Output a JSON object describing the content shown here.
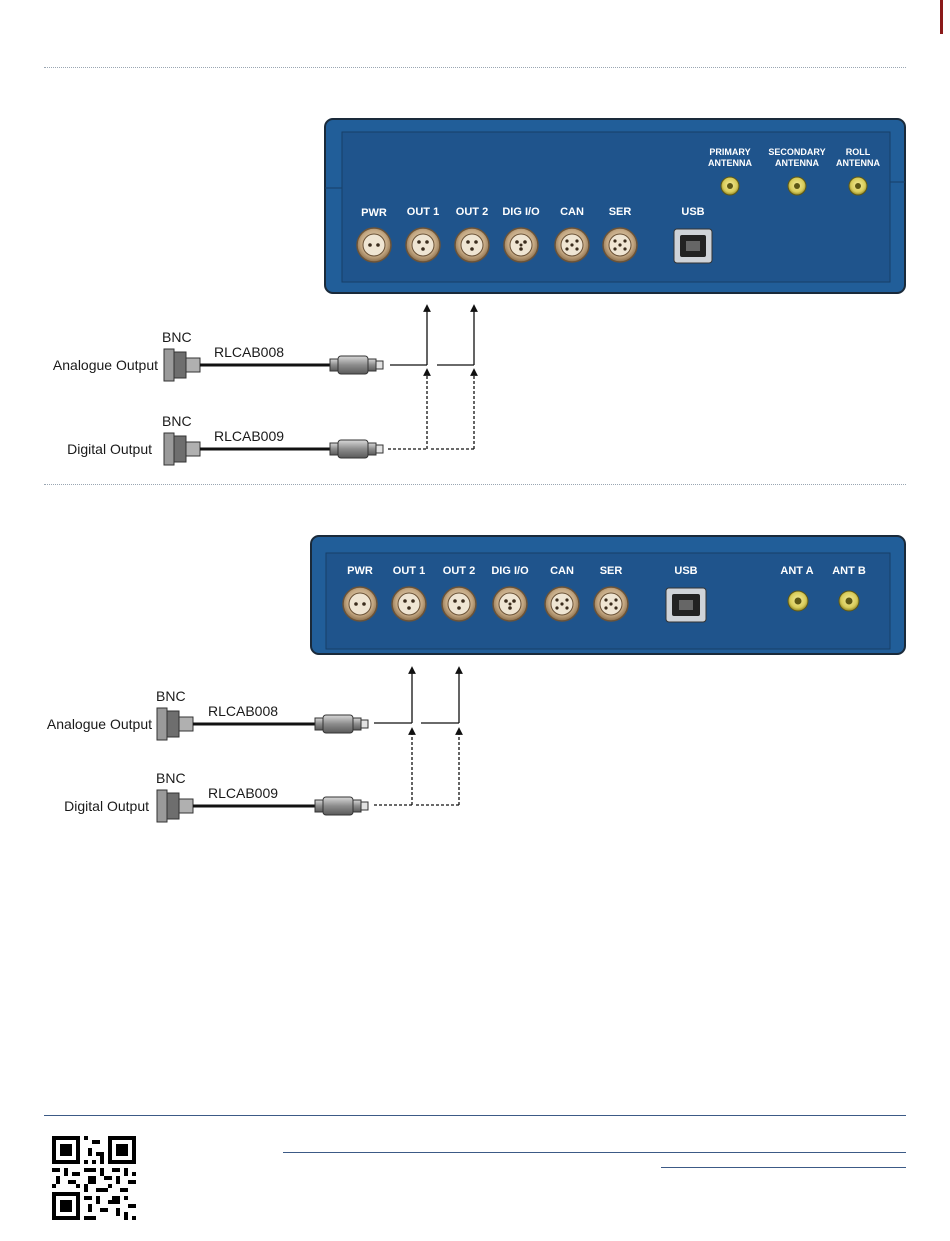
{
  "colors": {
    "panel_outer": "#215e99",
    "panel_inner": "#1f548c",
    "panel_edge": "#1a2a3a",
    "connector_brass": "#c4a883",
    "antenna_gold": "#d8cc5a",
    "separator": "#3c5a86",
    "accent_corner": "#8b1a1a"
  },
  "diagram1": {
    "antenna_labels": [
      [
        "PRIMARY",
        "ANTENNA"
      ],
      [
        "SECONDARY",
        "ANTENNA"
      ],
      [
        "ROLL",
        "ANTENNA"
      ]
    ],
    "port_labels": [
      "PWR",
      "OUT 1",
      "OUT 2",
      "DIG I/O",
      "CAN",
      "SER",
      "USB"
    ],
    "cables": [
      {
        "connector": "BNC",
        "output": "Analogue Output",
        "part": "RLCAB008",
        "line": "solid"
      },
      {
        "connector": "BNC",
        "output": "Digital Output",
        "part": "RLCAB009",
        "line": "dashed"
      }
    ]
  },
  "diagram2": {
    "port_labels": [
      "PWR",
      "OUT 1",
      "OUT 2",
      "DIG I/O",
      "CAN",
      "SER",
      "USB"
    ],
    "antenna_labels": [
      "ANT A",
      "ANT B"
    ],
    "cables": [
      {
        "connector": "BNC",
        "output": "Analogue Output",
        "part": "RLCAB008",
        "line": "solid"
      },
      {
        "connector": "BNC",
        "output": "Digital Output",
        "part": "RLCAB009",
        "line": "dashed"
      }
    ]
  },
  "footer": {
    "qr_icon": "qr-code-icon"
  }
}
